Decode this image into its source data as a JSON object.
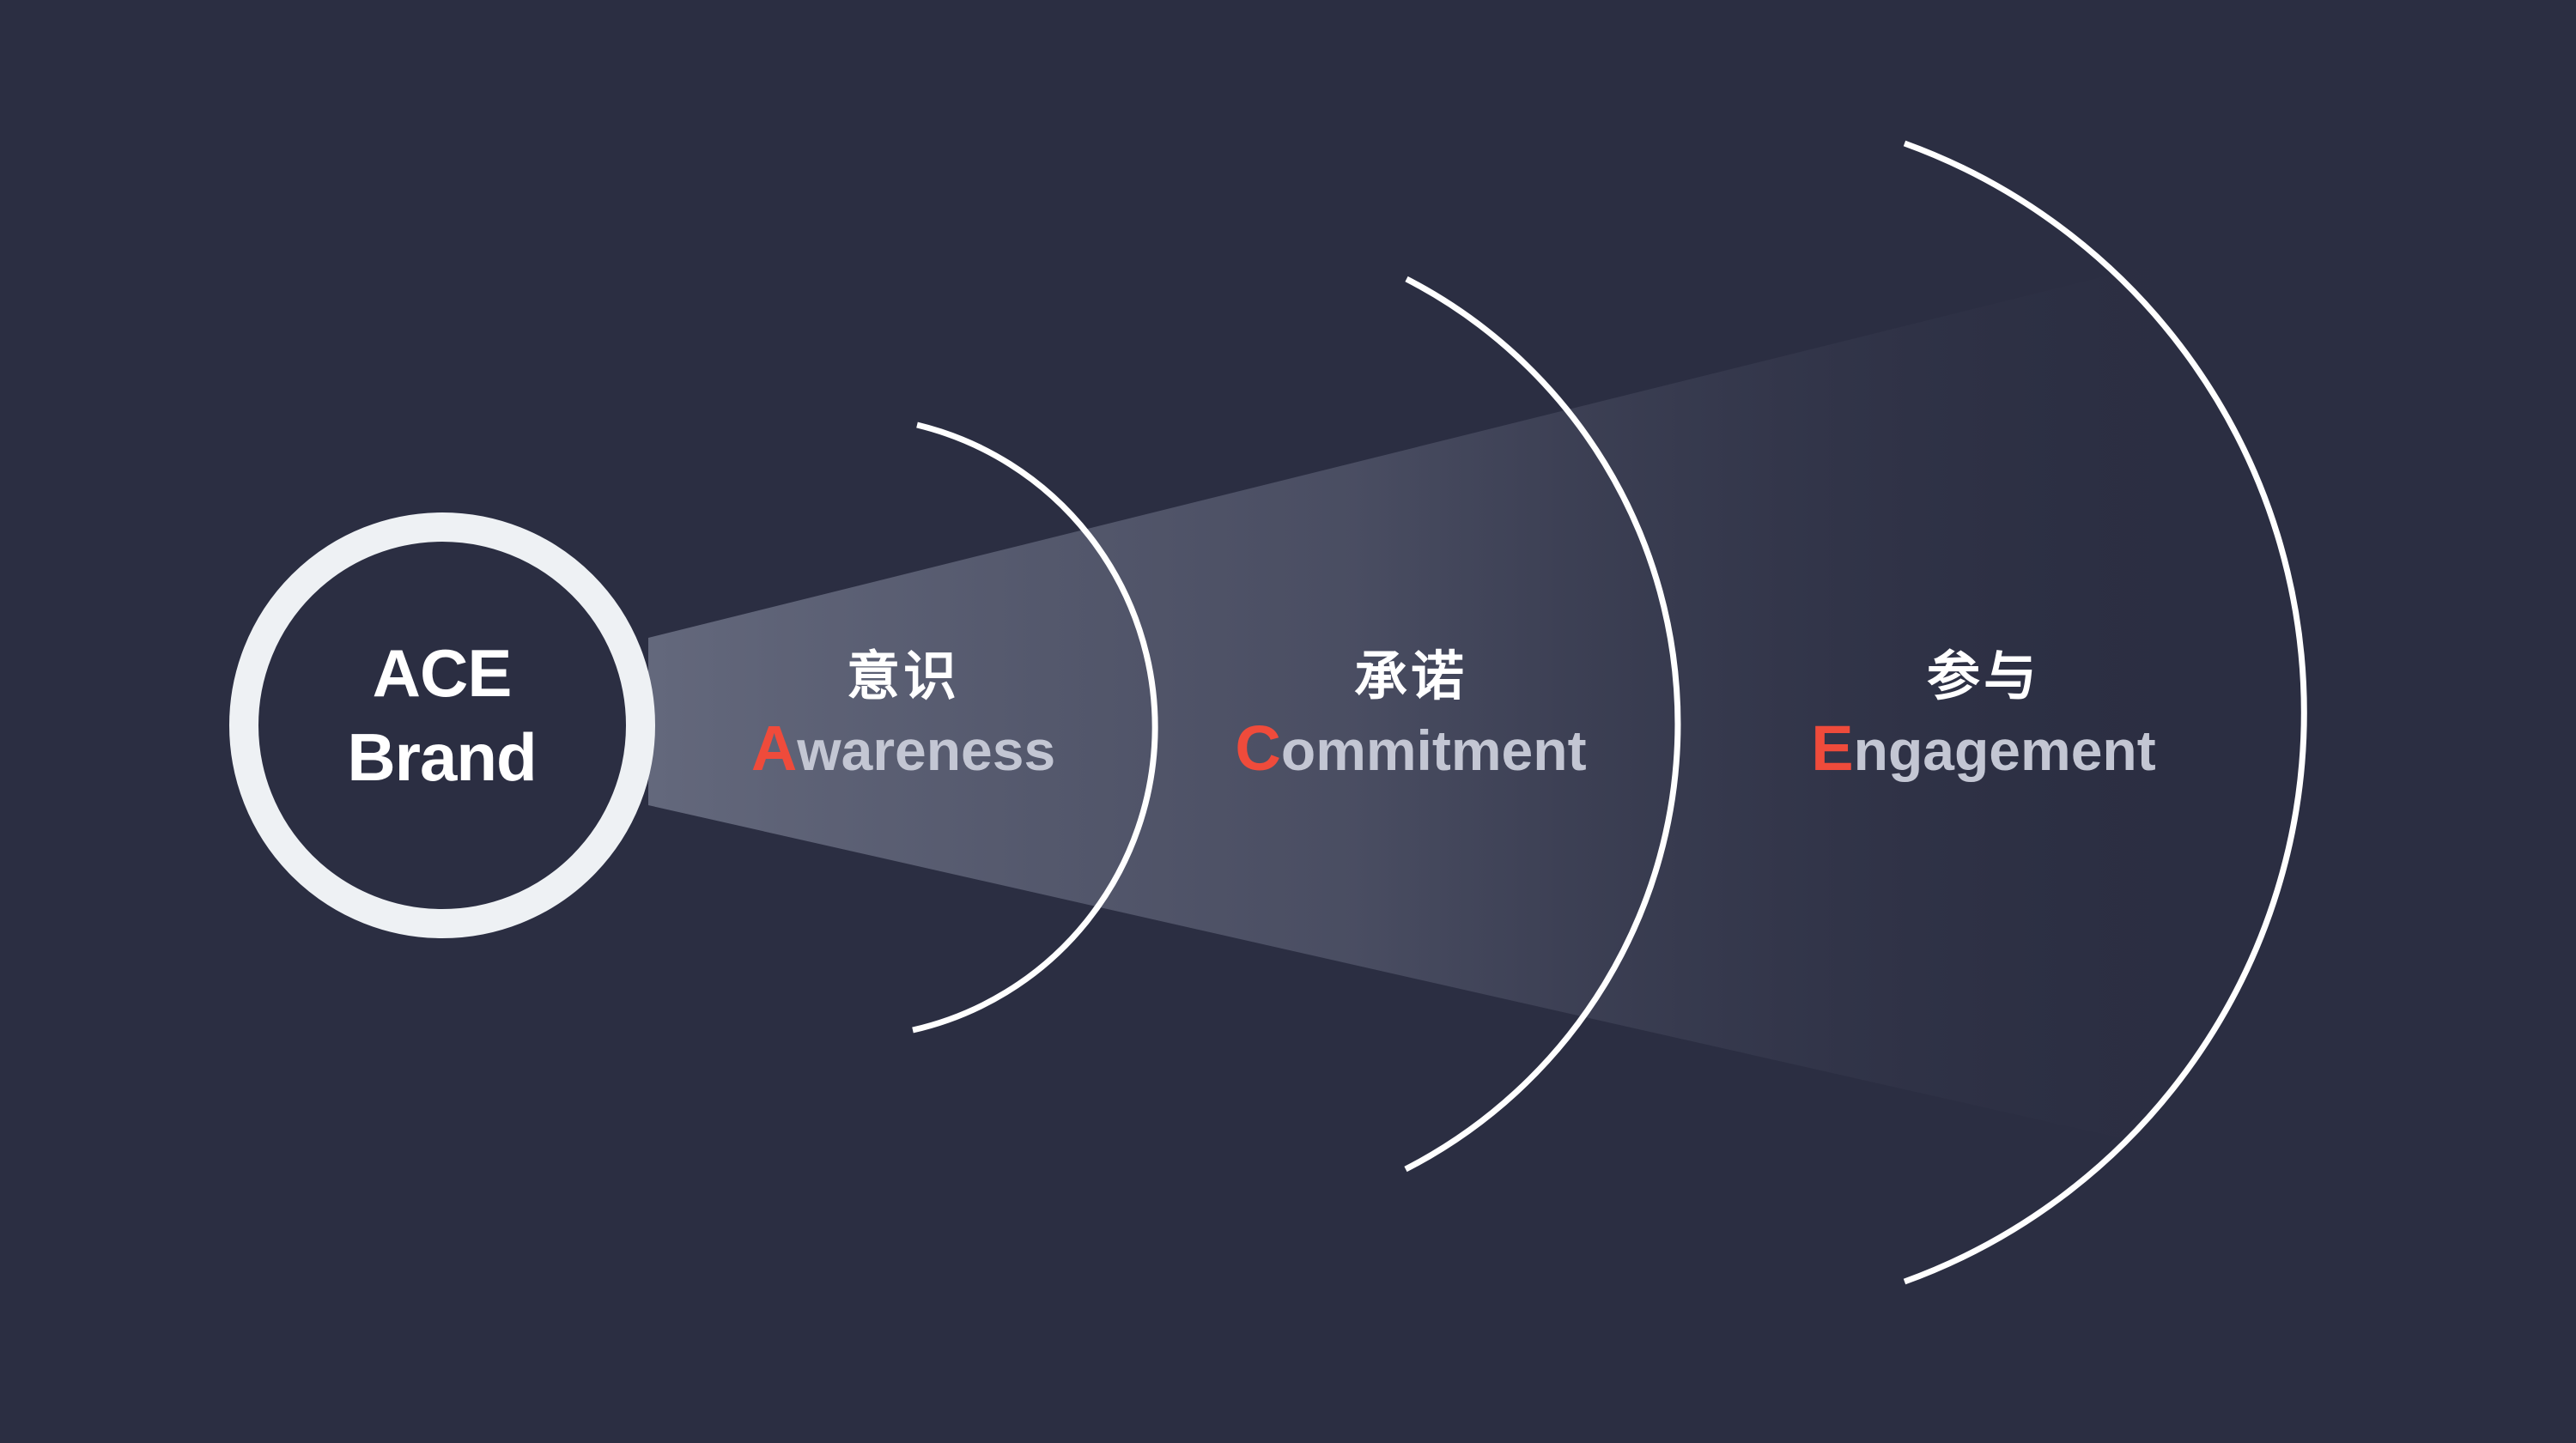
{
  "core": {
    "line1": "ACE",
    "line2": "Brand"
  },
  "stages": [
    {
      "zh": "意识",
      "initial": "A",
      "rest": "wareness"
    },
    {
      "zh": "承诺",
      "initial": "C",
      "rest": "ommitment"
    },
    {
      "zh": "参与",
      "initial": "E",
      "rest": "ngagement"
    }
  ],
  "colors": {
    "background": "#2b2e42",
    "ring": "#eef1f4",
    "arc": "#ffffff",
    "accent": "#ef4b3b",
    "english_text": "#c3c6d3"
  }
}
